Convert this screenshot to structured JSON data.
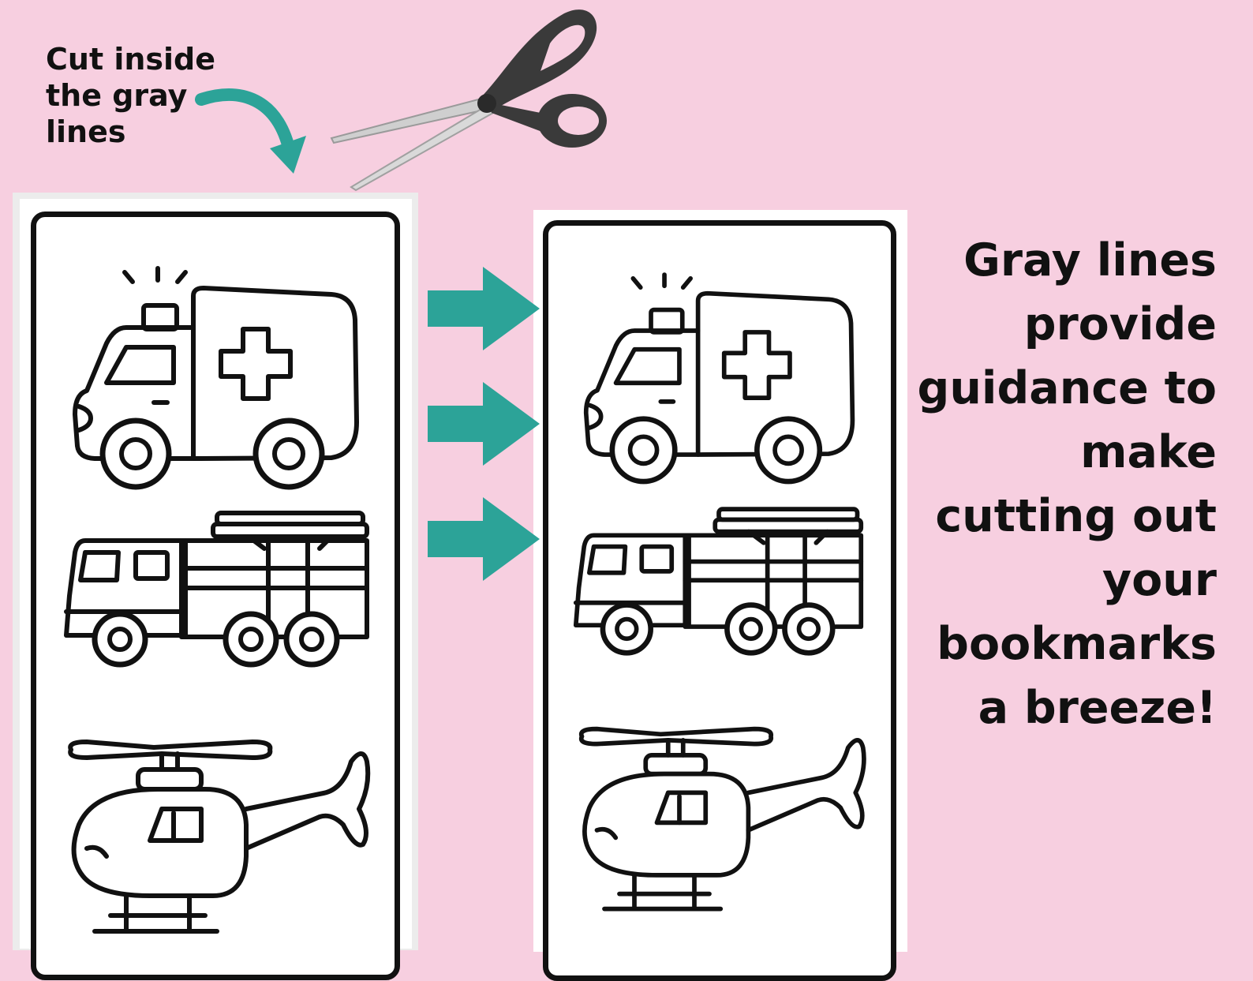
{
  "instruction": {
    "lines": [
      "Cut inside",
      "the gray",
      "lines"
    ]
  },
  "headline": {
    "lines": [
      "Gray lines",
      "provide",
      "guidance to",
      "make",
      "cutting out",
      "your",
      "bookmarks",
      "a breeze!"
    ]
  },
  "colors": {
    "background": "#f7cfe0",
    "accent_teal": "#2ca398",
    "outline": "#111111",
    "guide_gray": "#ececec"
  },
  "icons": {
    "scissors": "scissors-icon",
    "curved_arrow": "curved-arrow-icon",
    "right_arrow": "right-arrow-icon",
    "ambulance": "ambulance-icon",
    "fire_truck": "fire-truck-icon",
    "helicopter": "helicopter-icon"
  },
  "bookmarks": [
    {
      "name": "bookmark-with-gray-guide",
      "vehicles": [
        "ambulance",
        "fire-truck",
        "helicopter"
      ]
    },
    {
      "name": "bookmark-trimmed",
      "vehicles": [
        "ambulance",
        "fire-truck",
        "helicopter"
      ]
    }
  ]
}
